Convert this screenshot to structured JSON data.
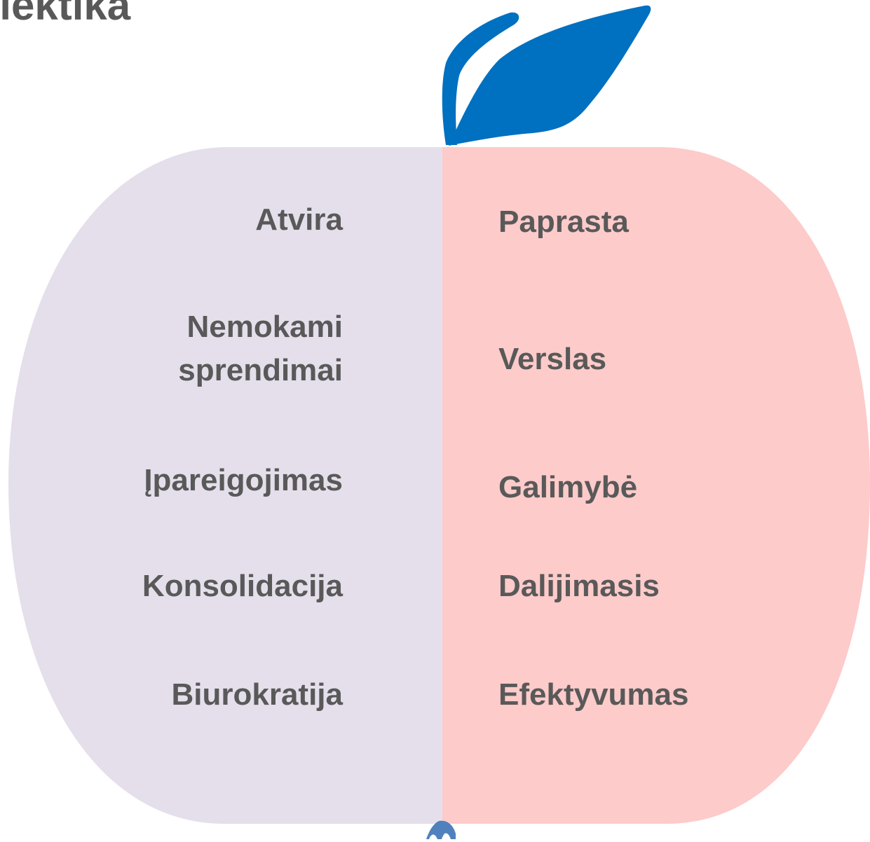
{
  "title": "alektika",
  "colors": {
    "left_half": "#e5dfeb",
    "right_half": "#fdcbca",
    "leaf": "#0070c0",
    "bottom_stem": "#4f81bd",
    "text": "#595959"
  },
  "left_items": [
    {
      "label": "Atvira"
    },
    {
      "label": "Nemokami\nsprendimai"
    },
    {
      "label": "Įpareigojimas"
    },
    {
      "label": "Konsolidacija"
    },
    {
      "label": "Biurokratija"
    }
  ],
  "right_items": [
    {
      "label": "Paprasta"
    },
    {
      "label": "Verslas"
    },
    {
      "label": "Galimybė"
    },
    {
      "label": "Dalijimasis"
    },
    {
      "label": "Efektyvumas"
    }
  ],
  "icons": {
    "stem": "apple-stem-icon",
    "leaf": "apple-leaf-icon",
    "bottom": "apple-bottom-icon"
  }
}
